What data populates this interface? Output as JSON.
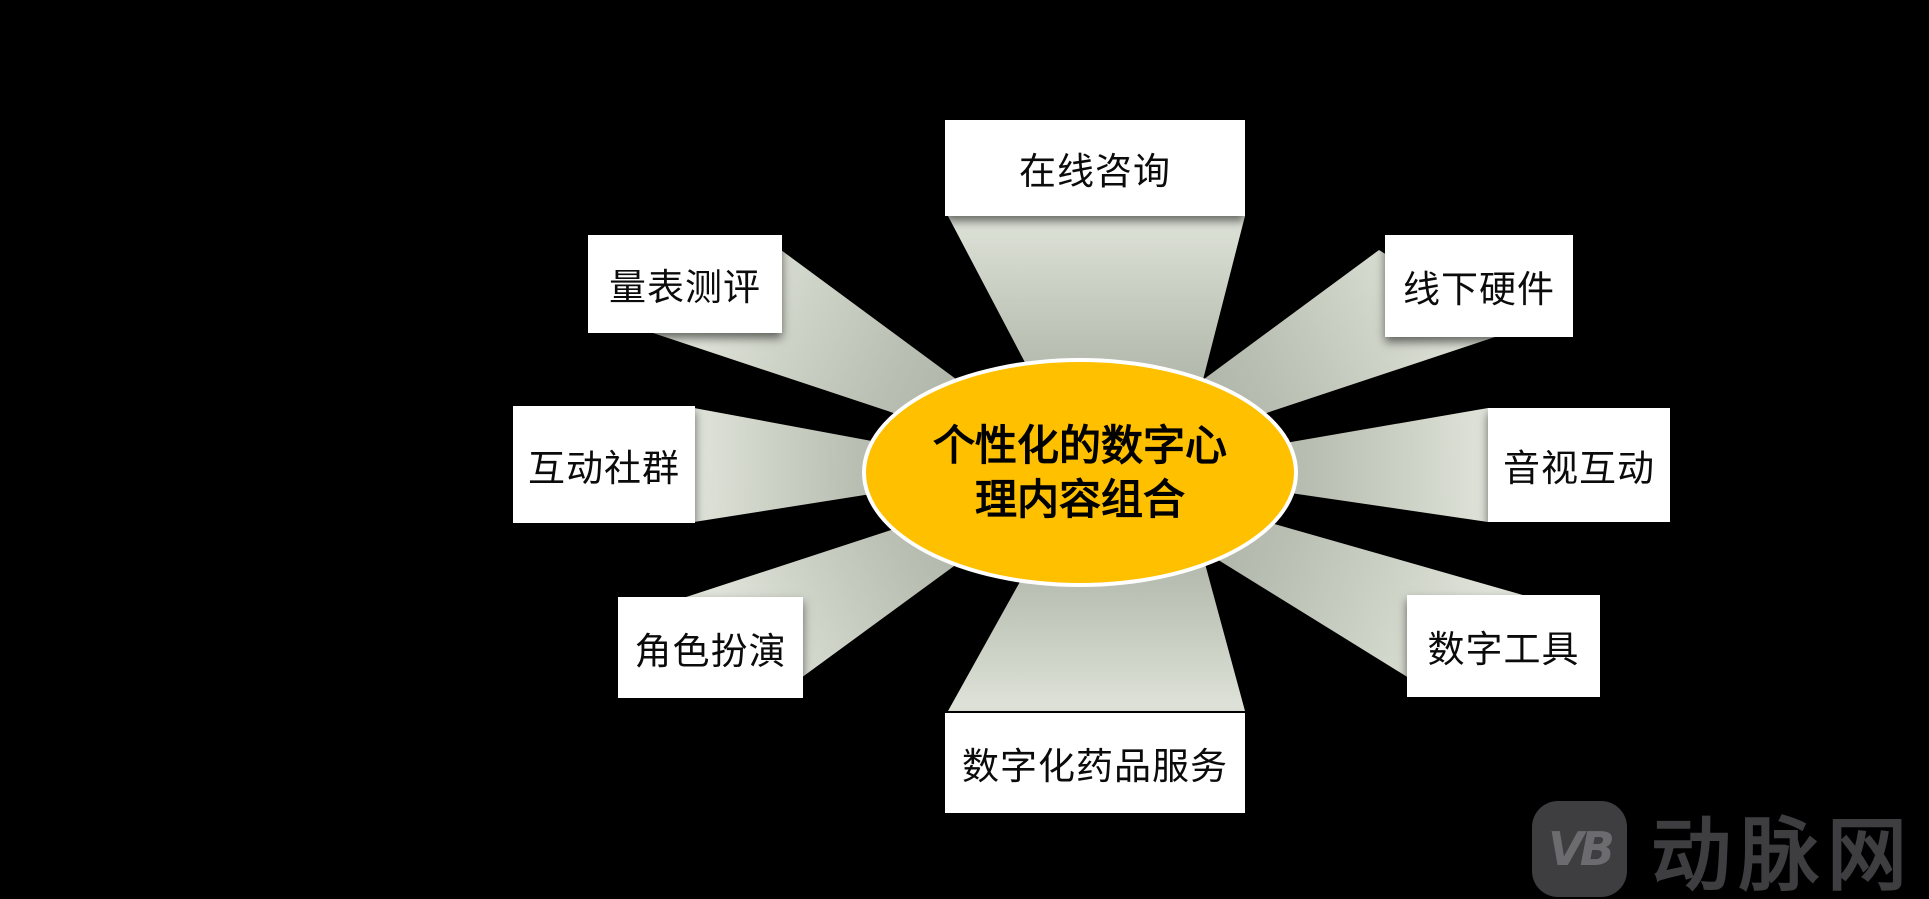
{
  "diagram": {
    "center_label": "个性化的数字心理内容组合",
    "nodes": [
      {
        "position": "top",
        "label": "在线咨询"
      },
      {
        "position": "top-left",
        "label": "量表测评"
      },
      {
        "position": "top-right",
        "label": "线下硬件"
      },
      {
        "position": "left",
        "label": "互动社群"
      },
      {
        "position": "right",
        "label": "音视互动"
      },
      {
        "position": "bottom-left",
        "label": "角色扮演"
      },
      {
        "position": "bottom-right",
        "label": "数字工具"
      },
      {
        "position": "bottom",
        "label": "数字化药品服务"
      }
    ]
  },
  "watermark": {
    "logo_text": "VB",
    "brand": "动脉网"
  },
  "colors": {
    "background": "#000000",
    "ellipse_fill": "#FFC000",
    "ellipse_border": "#FFFFFF",
    "center_text": "#000000",
    "box_fill": "#FFFFFF",
    "box_text": "#0B0B0B",
    "beam_light": "#DFE3D9",
    "beam_mid": "#B9BFB2",
    "beam_dark": "#A2A89D",
    "watermark_gray": "#3E3E41"
  }
}
